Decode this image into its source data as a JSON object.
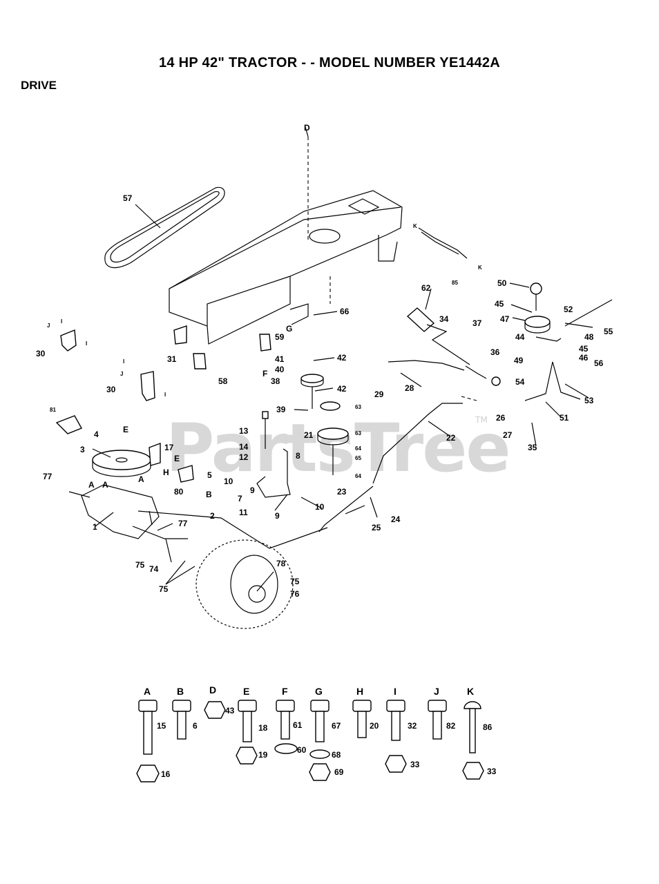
{
  "title": "14 HP 42\" TRACTOR - - MODEL NUMBER YE1442A",
  "section": "DRIVE",
  "watermark": {
    "text": "PartsTree",
    "tm": "TM"
  },
  "callouts": [
    {
      "id": "c57",
      "label": "57"
    },
    {
      "id": "cD",
      "label": "D"
    },
    {
      "id": "cK1",
      "label": "K"
    },
    {
      "id": "cK2",
      "label": "K"
    },
    {
      "id": "c85",
      "label": "85"
    },
    {
      "id": "c50",
      "label": "50"
    },
    {
      "id": "c62",
      "label": "62"
    },
    {
      "id": "c45a",
      "label": "45"
    },
    {
      "id": "c52",
      "label": "52"
    },
    {
      "id": "c47",
      "label": "47"
    },
    {
      "id": "c34",
      "label": "34"
    },
    {
      "id": "c37",
      "label": "37"
    },
    {
      "id": "c55",
      "label": "55"
    },
    {
      "id": "c66",
      "label": "66"
    },
    {
      "id": "cG",
      "label": "G"
    },
    {
      "id": "c44",
      "label": "44"
    },
    {
      "id": "c48",
      "label": "48"
    },
    {
      "id": "c45b",
      "label": "45"
    },
    {
      "id": "c46",
      "label": "46"
    },
    {
      "id": "c59",
      "label": "59"
    },
    {
      "id": "c41",
      "label": "41"
    },
    {
      "id": "c42a",
      "label": "42"
    },
    {
      "id": "c40",
      "label": "40"
    },
    {
      "id": "c36",
      "label": "36"
    },
    {
      "id": "c49",
      "label": "49"
    },
    {
      "id": "c56",
      "label": "56"
    },
    {
      "id": "cF",
      "label": "F"
    },
    {
      "id": "c38",
      "label": "38"
    },
    {
      "id": "c42b",
      "label": "42"
    },
    {
      "id": "c28",
      "label": "28"
    },
    {
      "id": "c54",
      "label": "54"
    },
    {
      "id": "c53",
      "label": "53"
    },
    {
      "id": "c29",
      "label": "29"
    },
    {
      "id": "c39",
      "label": "39"
    },
    {
      "id": "c63a",
      "label": "63"
    },
    {
      "id": "c51",
      "label": "51"
    },
    {
      "id": "c26",
      "label": "26"
    },
    {
      "id": "c13",
      "label": "13"
    },
    {
      "id": "c21",
      "label": "21"
    },
    {
      "id": "c63b",
      "label": "63"
    },
    {
      "id": "c22",
      "label": "22"
    },
    {
      "id": "c27",
      "label": "27"
    },
    {
      "id": "c14",
      "label": "14"
    },
    {
      "id": "c64a",
      "label": "64"
    },
    {
      "id": "c35",
      "label": "35"
    },
    {
      "id": "c12",
      "label": "12"
    },
    {
      "id": "c8",
      "label": "8"
    },
    {
      "id": "c65",
      "label": "65"
    },
    {
      "id": "c64b",
      "label": "64"
    },
    {
      "id": "cJ1",
      "label": "J"
    },
    {
      "id": "cI1",
      "label": "I"
    },
    {
      "id": "cI1b",
      "label": "I"
    },
    {
      "id": "c30a",
      "label": "30"
    },
    {
      "id": "c31",
      "label": "31"
    },
    {
      "id": "c58",
      "label": "58"
    },
    {
      "id": "cI2",
      "label": "I"
    },
    {
      "id": "cJ2",
      "label": "J"
    },
    {
      "id": "cI2b",
      "label": "I"
    },
    {
      "id": "c30b",
      "label": "30"
    },
    {
      "id": "c81",
      "label": "81"
    },
    {
      "id": "cE1",
      "label": "E"
    },
    {
      "id": "c4",
      "label": "4"
    },
    {
      "id": "c17",
      "label": "17"
    },
    {
      "id": "c3",
      "label": "3"
    },
    {
      "id": "cE2",
      "label": "E"
    },
    {
      "id": "cH",
      "label": "H"
    },
    {
      "id": "c5",
      "label": "5"
    },
    {
      "id": "c77a",
      "label": "77"
    },
    {
      "id": "cA1",
      "label": "A"
    },
    {
      "id": "cA2",
      "label": "A"
    },
    {
      "id": "cA3",
      "label": "A"
    },
    {
      "id": "c80",
      "label": "80"
    },
    {
      "id": "cB",
      "label": "B"
    },
    {
      "id": "c10a",
      "label": "10"
    },
    {
      "id": "c9a",
      "label": "9"
    },
    {
      "id": "c7",
      "label": "7"
    },
    {
      "id": "c23",
      "label": "23"
    },
    {
      "id": "c2",
      "label": "2"
    },
    {
      "id": "c11",
      "label": "11"
    },
    {
      "id": "c9b",
      "label": "9"
    },
    {
      "id": "c10b",
      "label": "10"
    },
    {
      "id": "c24",
      "label": "24"
    },
    {
      "id": "c77b",
      "label": "77"
    },
    {
      "id": "c25",
      "label": "25"
    },
    {
      "id": "c1",
      "label": "1"
    },
    {
      "id": "c75a",
      "label": "75"
    },
    {
      "id": "c74",
      "label": "74"
    },
    {
      "id": "c78",
      "label": "78"
    },
    {
      "id": "c75b",
      "label": "75"
    },
    {
      "id": "c75c",
      "label": "75"
    },
    {
      "id": "c76",
      "label": "76"
    }
  ],
  "hardware": [
    {
      "key": "A",
      "parts": [
        "15",
        "16"
      ]
    },
    {
      "key": "B",
      "parts": [
        "6"
      ]
    },
    {
      "key": "D",
      "parts": [
        "43"
      ]
    },
    {
      "key": "E",
      "parts": [
        "18",
        "19"
      ]
    },
    {
      "key": "F",
      "parts": [
        "61",
        "60"
      ]
    },
    {
      "key": "G",
      "parts": [
        "67",
        "68",
        "69"
      ]
    },
    {
      "key": "H",
      "parts": [
        "20"
      ]
    },
    {
      "key": "I",
      "parts": [
        "32",
        "33"
      ]
    },
    {
      "key": "J",
      "parts": [
        "82"
      ]
    },
    {
      "key": "K",
      "parts": [
        "86",
        "33"
      ]
    }
  ]
}
